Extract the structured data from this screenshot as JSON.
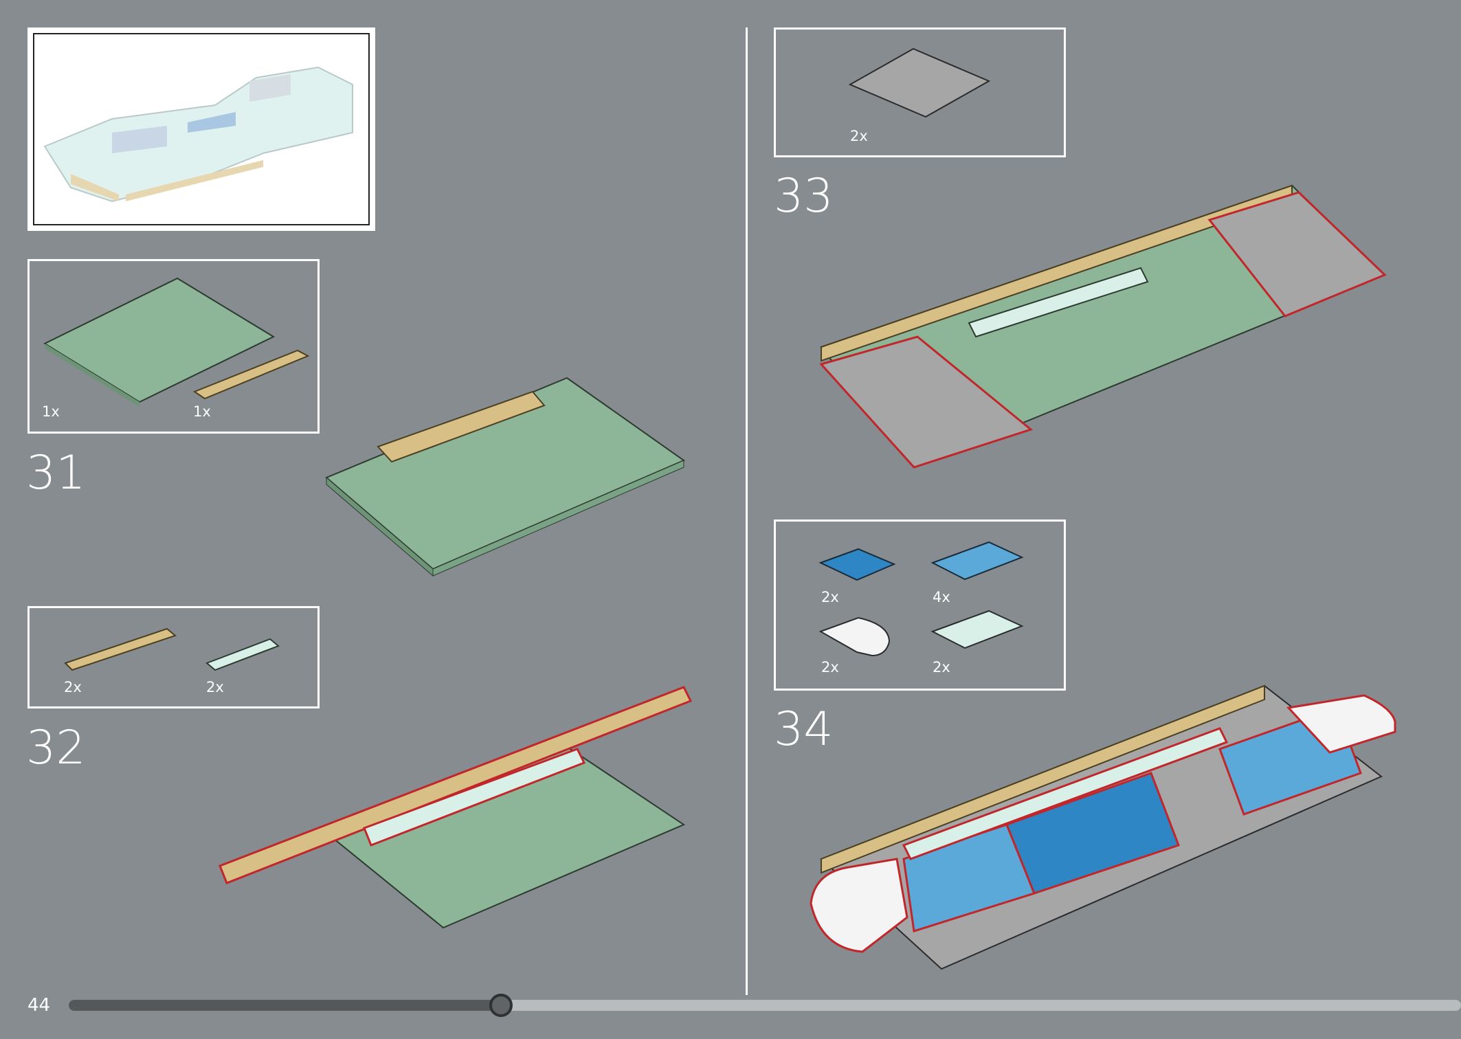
{
  "page": {
    "number": "44",
    "progress": 0.36
  },
  "steps": [
    {
      "number": "31",
      "parts": [
        {
          "qty": "1x",
          "color": "green"
        },
        {
          "qty": "1x",
          "color": "tan"
        }
      ]
    },
    {
      "number": "32",
      "parts": [
        {
          "qty": "2x",
          "color": "tan"
        },
        {
          "qty": "2x",
          "color": "light-aqua"
        }
      ]
    },
    {
      "number": "33",
      "parts": [
        {
          "qty": "2x",
          "color": "dark-gray"
        }
      ]
    },
    {
      "number": "34",
      "parts": [
        {
          "qty": "2x",
          "color": "blue"
        },
        {
          "qty": "4x",
          "color": "medium-azure"
        },
        {
          "qty": "2x",
          "color": "white"
        },
        {
          "qty": "2x",
          "color": "light-aqua"
        }
      ]
    }
  ],
  "colors": {
    "background": "#868c8f",
    "green": "#8db597",
    "tan": "#d8bf86",
    "light_aqua": "#d8f0e8",
    "gray": "#a6a6a6",
    "blue": "#2e86c4",
    "azure": "#5aa9d8",
    "white": "#f4f4f4",
    "highlight": "#c0262a"
  }
}
